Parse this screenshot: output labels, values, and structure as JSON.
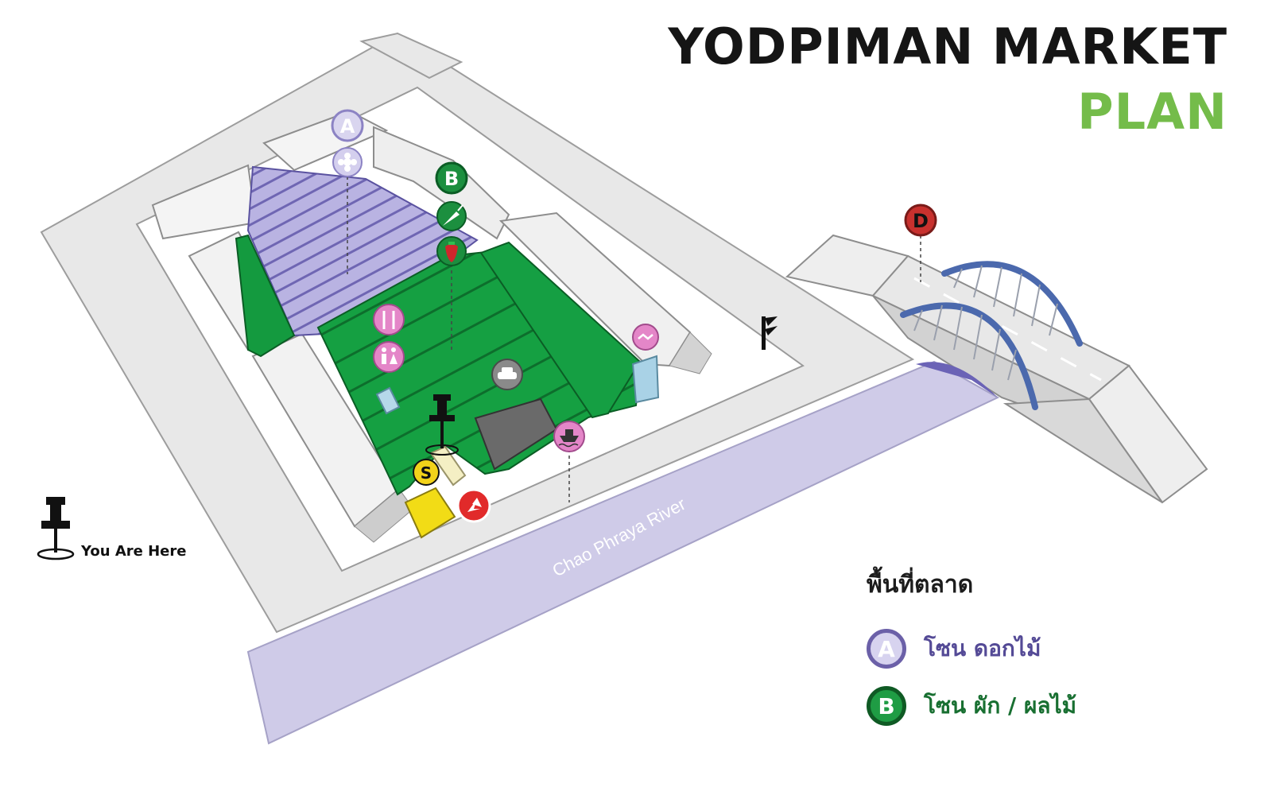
{
  "title": {
    "line1": "YODPIMAN MARKET",
    "line2": "PLAN"
  },
  "legend": {
    "title": "พื้นที่ตลาด",
    "items": [
      {
        "letter": "A",
        "label": "โซน ดอกไม้"
      },
      {
        "letter": "B",
        "label": "โซน ผัก / ผลไม้"
      }
    ]
  },
  "map_labels": {
    "river": "Chao Phraya River",
    "you_are_here": "You Are Here",
    "markers": {
      "a": "A",
      "b": "B",
      "d": "D",
      "s": "S"
    }
  },
  "icons": [
    "flower-icon",
    "carrot-icon",
    "strawberry-icon",
    "cutlery-icon",
    "restroom-icon",
    "car-parking-icon",
    "boat-pier-icon",
    "atm-handshake-icon",
    "exit-arrow-icon",
    "signpost-icon",
    "pushpin-icon"
  ],
  "colors": {
    "zone_a": "#b7b1e1",
    "zone_b": "#159a3f",
    "river": "#cfcbe8",
    "road": "#e9e9e9",
    "bridge_arch": "#4b69ad",
    "marker_d": "#c8312e",
    "marker_s": "#f2d21a",
    "title_accent": "#74bc4a"
  }
}
